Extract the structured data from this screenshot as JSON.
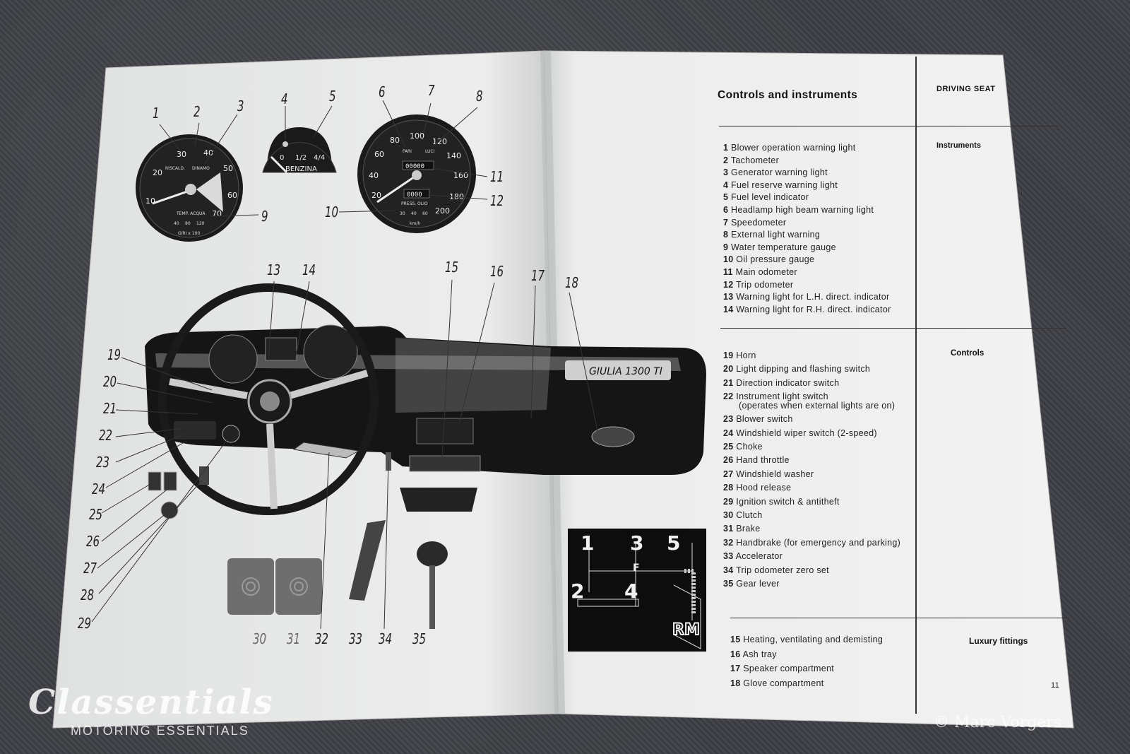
{
  "right_page": {
    "title": "Controls and instruments",
    "section_header": "DRIVING SEAT",
    "sections": [
      {
        "name": "Instruments",
        "items": [
          {
            "n": "1",
            "t": "Blower operation warning light"
          },
          {
            "n": "2",
            "t": "Tachometer"
          },
          {
            "n": "3",
            "t": "Generator warning light"
          },
          {
            "n": "4",
            "t": "Fuel reserve warning light"
          },
          {
            "n": "5",
            "t": "Fuel level indicator"
          },
          {
            "n": "6",
            "t": "Headlamp high beam warning light"
          },
          {
            "n": "7",
            "t": "Speedometer"
          },
          {
            "n": "8",
            "t": "External light warning"
          },
          {
            "n": "9",
            "t": "Water temperature gauge"
          },
          {
            "n": "10",
            "t": "Oil pressure gauge"
          },
          {
            "n": "11",
            "t": "Main odometer"
          },
          {
            "n": "12",
            "t": "Trip odometer"
          },
          {
            "n": "13",
            "t": "Warning light for L.H. direct. indicator"
          },
          {
            "n": "14",
            "t": "Warning light for R.H. direct. indicator"
          }
        ]
      },
      {
        "name": "Controls",
        "items": [
          {
            "n": "19",
            "t": "Horn"
          },
          {
            "n": "20",
            "t": "Light dipping and flashing switch"
          },
          {
            "n": "21",
            "t": "Direction indicator switch"
          },
          {
            "n": "22",
            "t": "Instrument light switch",
            "t2": "(operates when external lights are on)"
          },
          {
            "n": "23",
            "t": "Blower switch"
          },
          {
            "n": "24",
            "t": "Windshield wiper switch (2-speed)"
          },
          {
            "n": "25",
            "t": "Choke"
          },
          {
            "n": "26",
            "t": "Hand throttle"
          },
          {
            "n": "27",
            "t": "Windshield washer"
          },
          {
            "n": "28",
            "t": "Hood release"
          },
          {
            "n": "29",
            "t": "Ignition switch & antitheft"
          },
          {
            "n": "30",
            "t": "Clutch"
          },
          {
            "n": "31",
            "t": "Brake"
          },
          {
            "n": "32",
            "t": "Handbrake (for emergency and parking)"
          },
          {
            "n": "33",
            "t": "Accelerator"
          },
          {
            "n": "34",
            "t": "Trip odometer zero set"
          },
          {
            "n": "35",
            "t": "Gear lever"
          }
        ]
      },
      {
        "name": "Luxury fittings",
        "items": [
          {
            "n": "15",
            "t": "Heating, ventilating and demisting"
          },
          {
            "n": "16",
            "t": "Ash tray"
          },
          {
            "n": "17",
            "t": "Speaker compartment"
          },
          {
            "n": "18",
            "t": "Glove compartment"
          }
        ]
      }
    ],
    "page_number": "11",
    "gear_diagram": {
      "labels": [
        "1",
        "3",
        "5",
        "2",
        "4",
        "RM",
        "F"
      ]
    }
  },
  "illustration": {
    "tachometer": {
      "scale": [
        "10",
        "20",
        "30",
        "40",
        "50",
        "60",
        "70"
      ],
      "small": [
        "RISCALD.",
        "DINAMO",
        "TEMP. ACQUA",
        "40",
        "80",
        "120",
        "GIRI x 100"
      ]
    },
    "fuel_gauge": {
      "marks": [
        "0",
        "1/2",
        "4/4"
      ],
      "label": "BENZINA"
    },
    "speedometer": {
      "scale": [
        "20",
        "40",
        "60",
        "80",
        "100",
        "120",
        "140",
        "160",
        "180",
        "200"
      ],
      "odometer": "00000",
      "trip": "0000",
      "small": [
        "FARI",
        "LUCI",
        "PRESS. OLIO",
        "30",
        "40",
        "60",
        "km/h"
      ]
    },
    "dash_badge": "GIULIA 1300 TI",
    "callouts": [
      "1",
      "2",
      "3",
      "4",
      "5",
      "6",
      "7",
      "8",
      "9",
      "10",
      "11",
      "12",
      "13",
      "14",
      "15",
      "16",
      "17",
      "18",
      "19",
      "20",
      "21",
      "22",
      "23",
      "24",
      "25",
      "26",
      "27",
      "28",
      "29",
      "30",
      "31",
      "32",
      "33",
      "34",
      "35"
    ]
  },
  "watermarks": {
    "brand": "Classentials",
    "tagline": "MOTORING ESSENTIALS",
    "copyright": "© Marc Vorgers"
  }
}
